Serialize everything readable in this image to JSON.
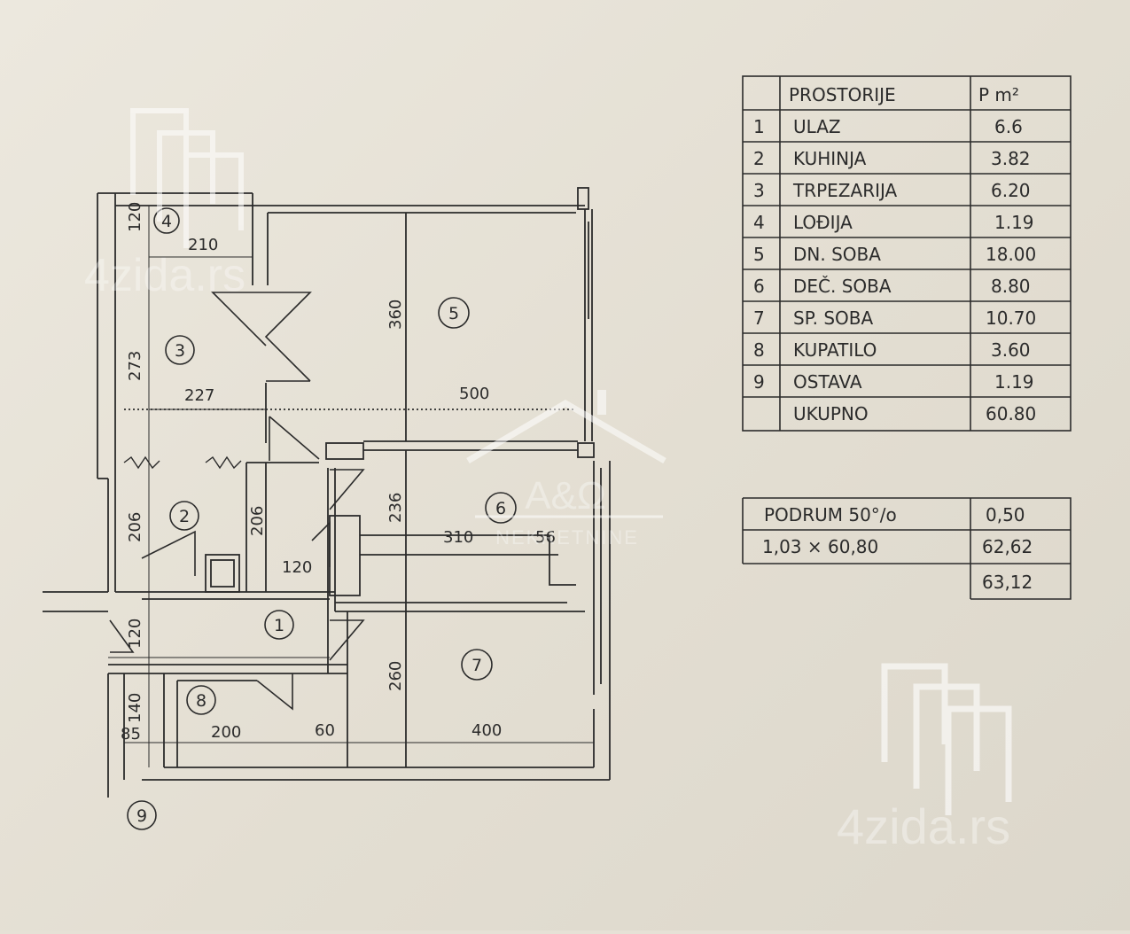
{
  "table": {
    "headers": [
      "PROSTORIJE",
      "P  m²"
    ],
    "rows": [
      {
        "no": "1",
        "name": "ULAZ",
        "area": "6.6"
      },
      {
        "no": "2",
        "name": "KUHINJA",
        "area": "3.82"
      },
      {
        "no": "3",
        "name": "TRPEZARIJA",
        "area": "6.20"
      },
      {
        "no": "4",
        "name": "LOĐIJA",
        "area": "1.19"
      },
      {
        "no": "5",
        "name": "DN. SOBA",
        "area": "18.00"
      },
      {
        "no": "6",
        "name": "DEČ. SOBA",
        "area": "8.80"
      },
      {
        "no": "7",
        "name": "SP. SOBA",
        "area": "10.70"
      },
      {
        "no": "8",
        "name": "KUPATILO",
        "area": "3.60"
      },
      {
        "no": "9",
        "name": "OSTAVA",
        "area": "1.19"
      }
    ],
    "total_label": "UKUPNO",
    "total_value": "60.80"
  },
  "summary": {
    "row1_label": "PODRUM  50°/o",
    "row1_value": "0,50",
    "row2_label": "1,03 × 60,80",
    "row2_value": "62,62",
    "row3_value": "63,12"
  },
  "plan": {
    "rooms": [
      "1",
      "2",
      "3",
      "4",
      "5",
      "6",
      "7",
      "8",
      "9"
    ],
    "dimensions": {
      "d120_top": "120",
      "d210": "210",
      "d273": "273",
      "d227": "227",
      "d360": "360",
      "d500": "500",
      "d206_left": "206",
      "d206_mid": "206",
      "d236": "236",
      "d310": "310",
      "d56": "56",
      "d120_mid": "120",
      "d120_low": "120",
      "d260": "260",
      "d140": "140",
      "d85": "85",
      "d200": "200",
      "d60": "60",
      "d400": "400"
    }
  },
  "watermarks": {
    "top_left": "4zida.rs",
    "bottom_right": "4zida.rs",
    "center_logo": "A&Ω",
    "center_text": "NEKRETNINE"
  }
}
